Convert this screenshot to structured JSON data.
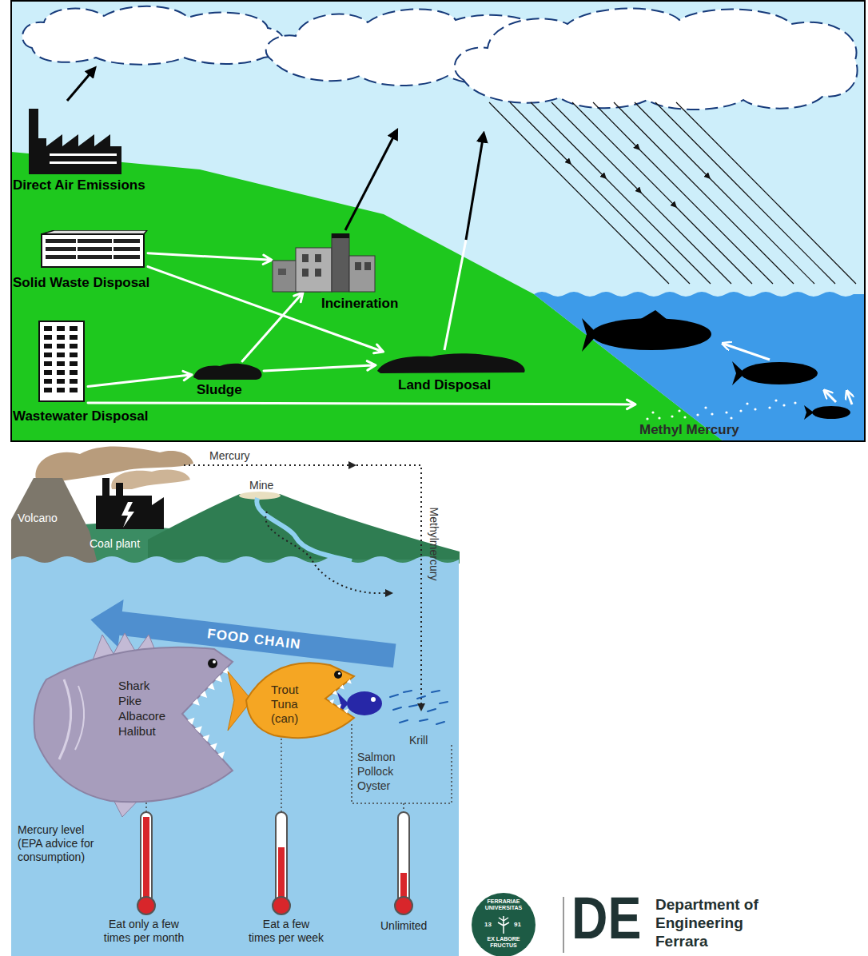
{
  "diagram": {
    "nodes": [
      {
        "text": [
          "Direct Air Emissions"
        ]
      },
      {
        "text": [
          "Solid Waste Disposal"
        ]
      },
      {
        "text": [
          "Incineration"
        ]
      },
      {
        "text": [
          "Sludge"
        ]
      },
      {
        "text": [
          "Land Disposal"
        ]
      },
      {
        "text": [
          "Wastewater Disposal"
        ]
      },
      {
        "text": [
          "Methyl Mercury"
        ]
      },
      {
        "text": [
          "Shark Pike Albacore Halibut"
        ]
      },
      {
        "text": [
          "Trout Tuna (can)"
        ]
      }
    ],
    "edges": [
      {
        "from": 1,
        "to": 2,
        "arrow": "to"
      },
      {
        "from": 1,
        "to": 4,
        "arrow": "to"
      },
      {
        "from": 3,
        "to": 2,
        "arrow": "to"
      },
      {
        "from": 3,
        "to": 4,
        "arrow": "to"
      },
      {
        "from": 5,
        "to": 3,
        "arrow": "to"
      },
      {
        "from": 5,
        "to": 6,
        "arrow": "to"
      }
    ],
    "labels": [
      "Mercury",
      "Mine",
      "Volcano",
      "Coal plant",
      "Methylmercury",
      "FOOD CHAIN",
      "Krill",
      "Salmon Pollock Oyster",
      "Mercury level (EPA advice for consumption)",
      "Eat only a few times per month",
      "Eat a few times per week",
      "Unlimited",
      "FERRARIAE UNIVERSITAS",
      "13",
      "91",
      "EX LABORE FRUCTUS",
      "DE",
      "Department of Engineering Ferrara"
    ]
  }
}
